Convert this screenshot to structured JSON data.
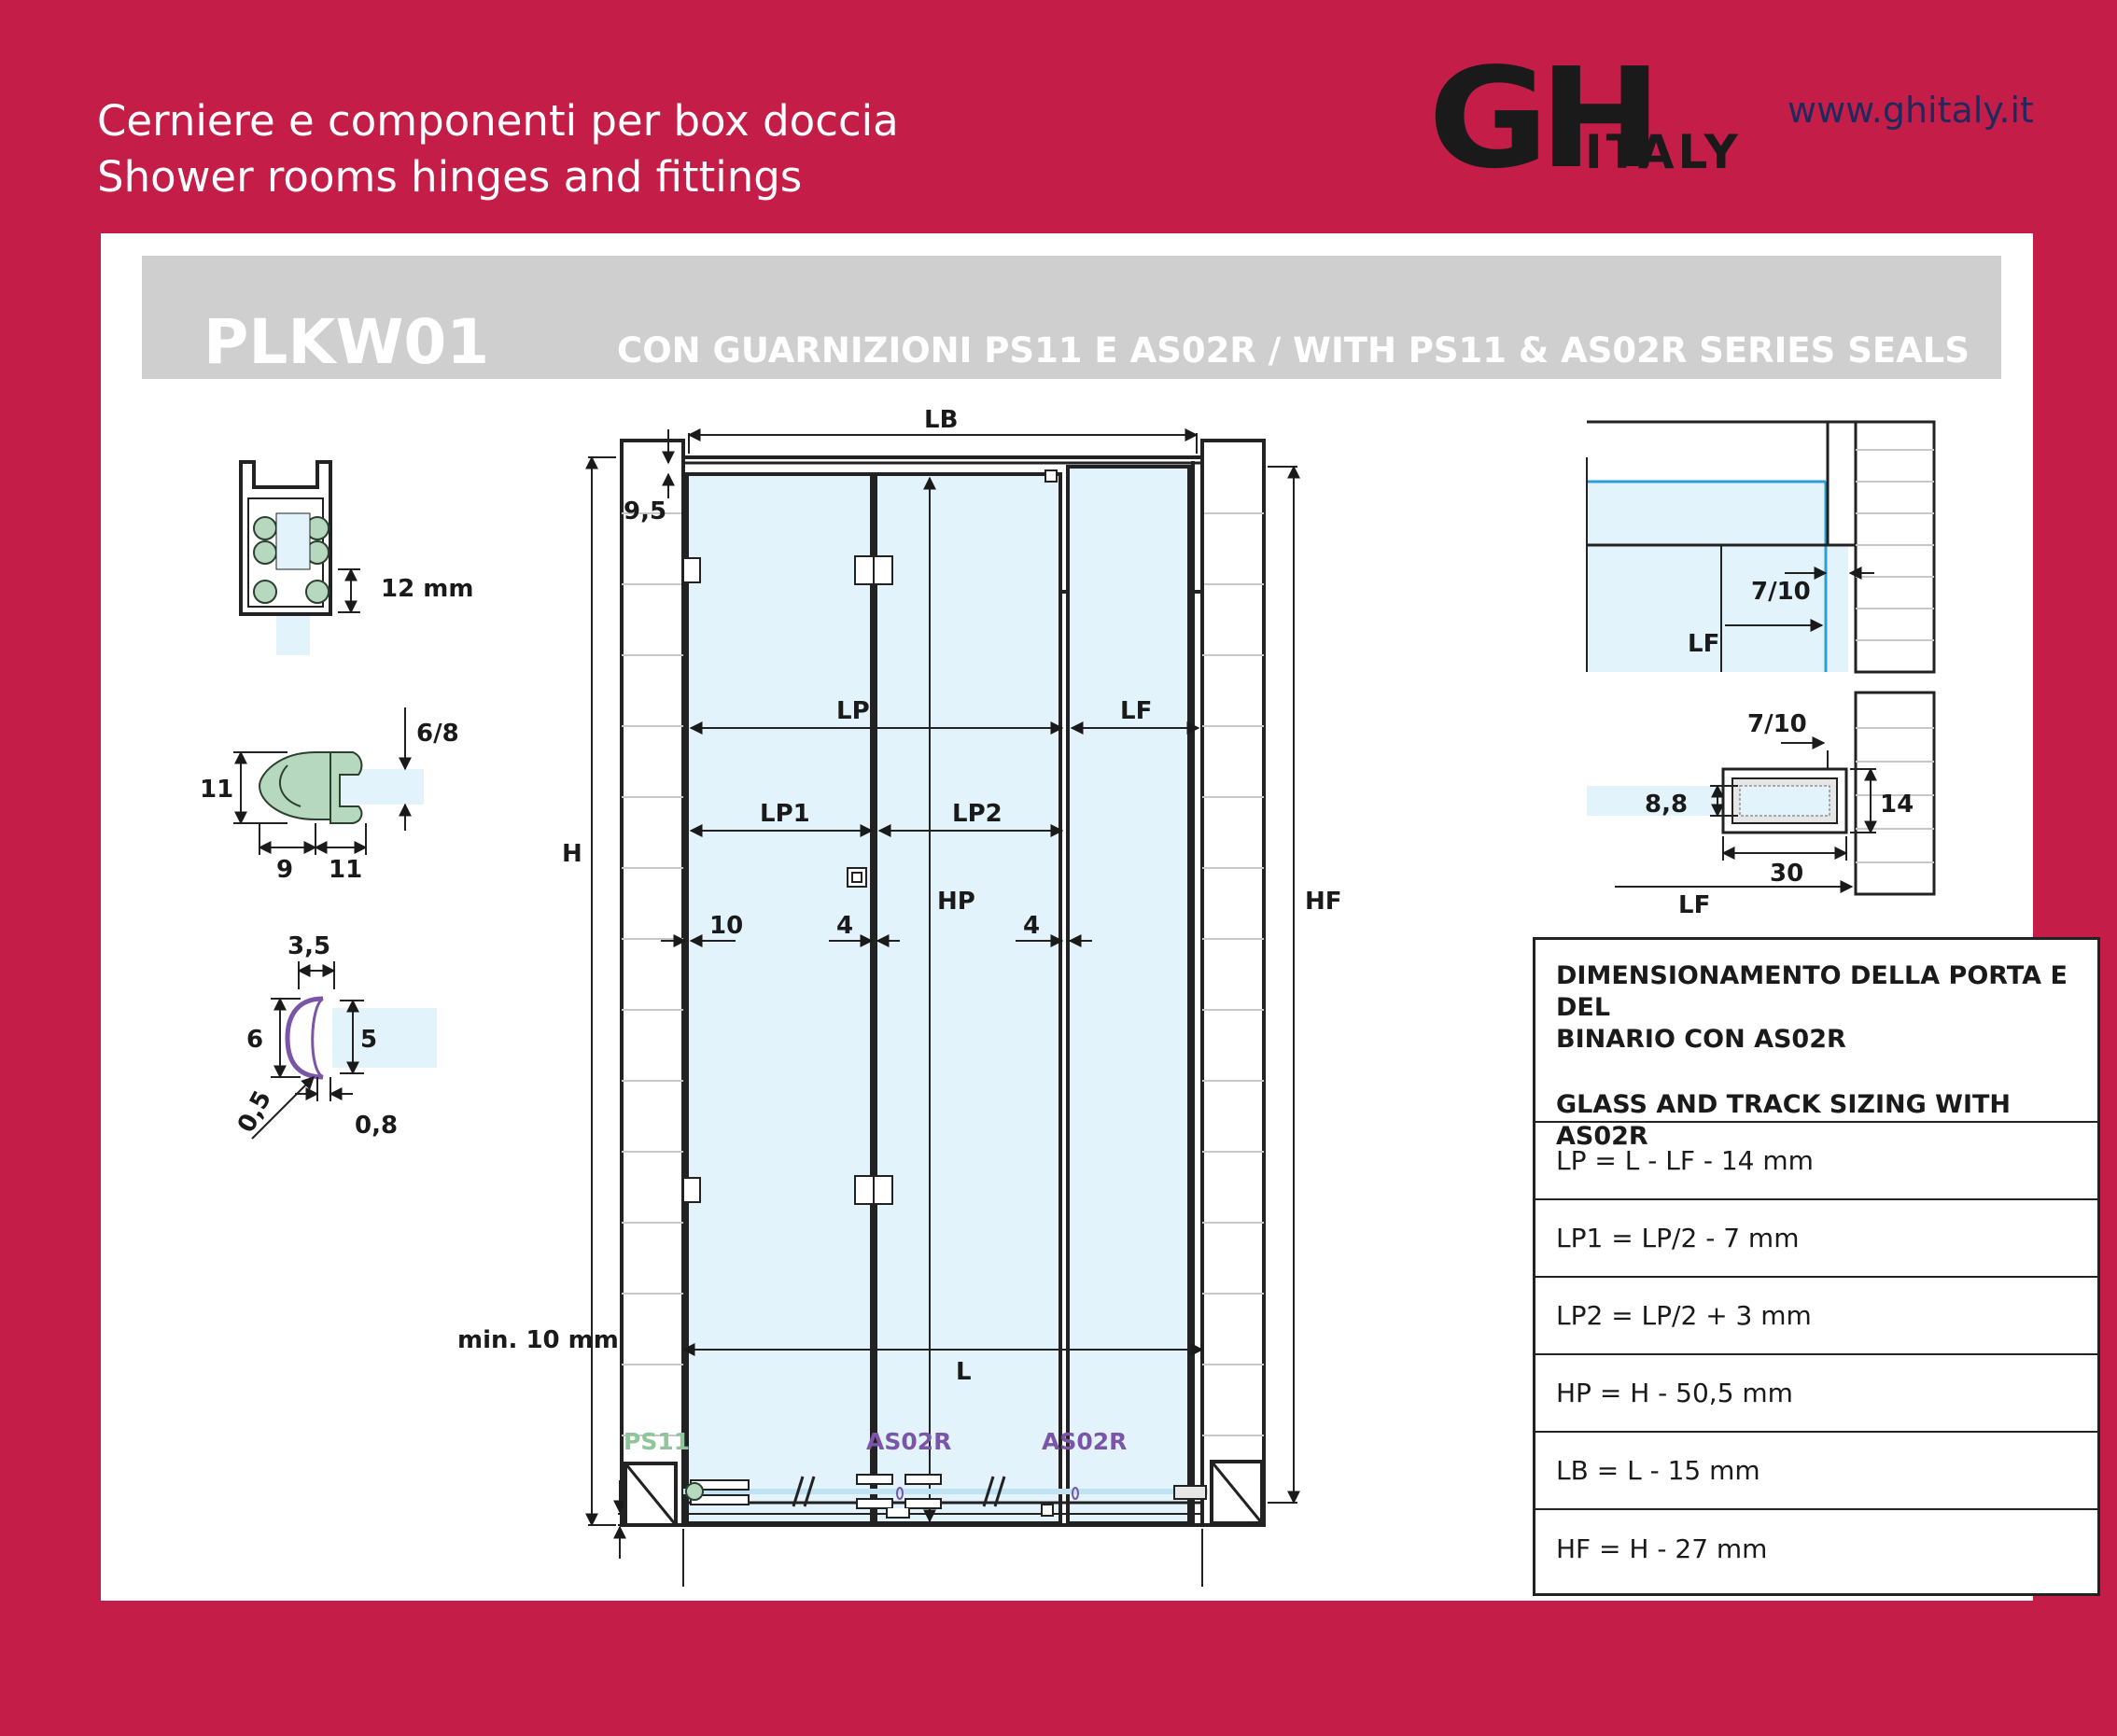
{
  "header": {
    "title_it": "Cerniere e componenti per box doccia",
    "title_en": "Shower rooms hinges and fittings",
    "url": "www.ghitaly.it"
  },
  "logo": {
    "letters": "GH",
    "word": "ITALY",
    "color_primary": "#2f4a8a",
    "color_secondary": "#7ac142"
  },
  "product": {
    "code": "PLKW01",
    "subtitle": "CON GUARNIZIONI PS11 E AS02R / WITH PS11 & AS02R SERIES SEALS"
  },
  "colors": {
    "background": "#c41d48",
    "panel": "#ffffff",
    "titlebar": "#cfcfcf",
    "glass": "#e2f3fb",
    "seal_green": "#6aa880",
    "seal_purple": "#7a55a8",
    "text_dark": "#1a1a1a"
  },
  "left_profiles": {
    "p1_dim": "12 mm",
    "p2_dims": [
      "6/8",
      "11",
      "9",
      "11"
    ],
    "p3_dims": [
      "3,5",
      "6",
      "5",
      "0,5",
      "0,8"
    ]
  },
  "door": {
    "labels": {
      "LB": "LB",
      "H": "H",
      "HF": "HF",
      "LP": "LP",
      "LF": "LF",
      "LP1": "LP1",
      "LP2": "LP2",
      "HP": "HP",
      "L": "L",
      "d95": "9,5",
      "d10": "10",
      "d4a": "4",
      "d4b": "4",
      "min": "min. 10 mm"
    }
  },
  "plan": {
    "ps11": "PS11",
    "as02r_1": "AS02R",
    "as02r_2": "AS02R"
  },
  "detail_top": {
    "d710": "7/10",
    "LF": "LF"
  },
  "detail_bottom": {
    "d710": "7/10",
    "d88": "8,8",
    "d14": "14",
    "d30": "30",
    "LF": "LF"
  },
  "table": {
    "title_it_1": "DIMENSIONAMENTO DELLA PORTA E DEL",
    "title_it_2": "BINARIO CON AS02R",
    "title_en": "GLASS AND TRACK SIZING WITH AS02R",
    "rows": [
      "LP = L - LF - 14 mm",
      "LP1 = LP/2 - 7 mm",
      "LP2 = LP/2 + 3 mm",
      "HP = H - 50,5 mm",
      "LB = L - 15 mm",
      "HF = H - 27 mm"
    ]
  }
}
